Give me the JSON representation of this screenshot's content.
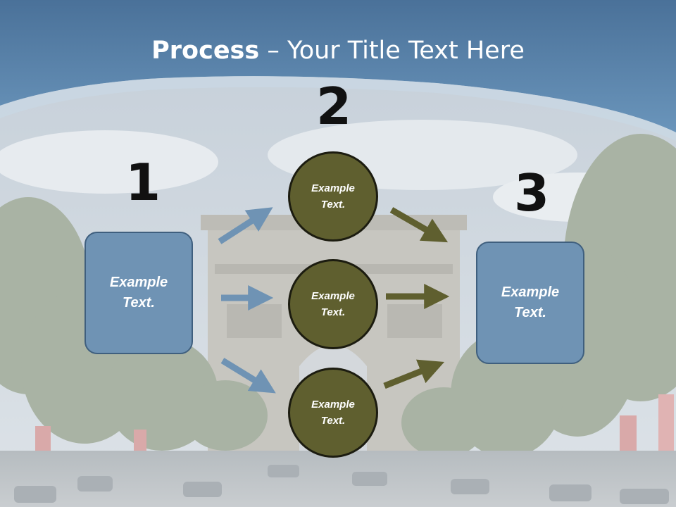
{
  "title": {
    "bold": "Process",
    "rest": " – Your Title Text Here"
  },
  "steps": {
    "one": "1",
    "two": "2",
    "three": "3"
  },
  "boxes": {
    "left": "Example Text.",
    "right": "Example Text."
  },
  "circles": {
    "top": "Example Text.",
    "middle": "Example Text.",
    "bottom": "Example Text."
  },
  "colors": {
    "header": "#4f7ba3",
    "box_fill": "#6f93b4",
    "circle_fill": "#5f5f2f",
    "arrow_blue": "#6f93b4",
    "arrow_olive": "#5f5f2f"
  }
}
